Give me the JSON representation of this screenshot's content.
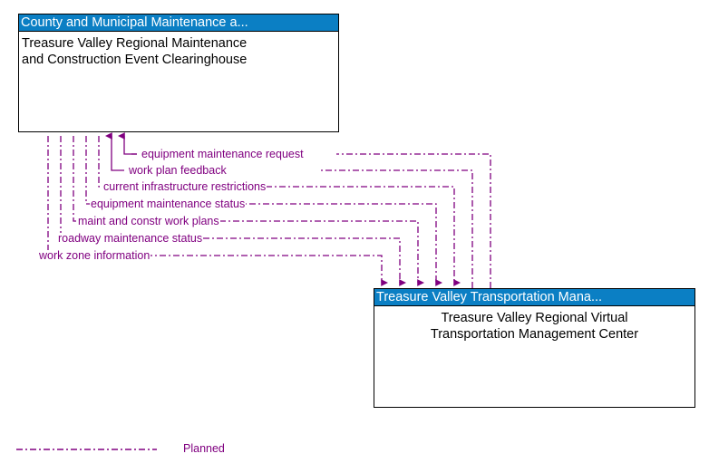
{
  "diagram": {
    "type": "interconnect",
    "line_color": "#800080",
    "header_color": "#0b7fc4",
    "header_text_color": "#ffffff",
    "border_color": "#000000",
    "background": "#ffffff"
  },
  "nodes": [
    {
      "id": "clearinghouse",
      "header": "County and Municipal Maintenance a...",
      "title": "Treasure Valley Regional Maintenance and Construction Event Clearinghouse",
      "title_line1": "Treasure Valley Regional Maintenance",
      "title_line2": "and Construction Event Clearinghouse"
    },
    {
      "id": "tmc",
      "header": "Treasure Valley Transportation Mana...",
      "title": "Treasure Valley Regional Virtual Transportation Management Center",
      "title_line1": "Treasure Valley Regional Virtual",
      "title_line2": "Transportation Management Center"
    }
  ],
  "flows": [
    {
      "label": "equipment maintenance request",
      "direction": "to-clearinghouse"
    },
    {
      "label": "work plan feedback",
      "direction": "to-clearinghouse"
    },
    {
      "label": "current infrastructure restrictions",
      "direction": "to-tmc"
    },
    {
      "label": "equipment maintenance status",
      "direction": "to-tmc"
    },
    {
      "label": "maint and constr work plans",
      "direction": "to-tmc"
    },
    {
      "label": "roadway maintenance status",
      "direction": "to-tmc"
    },
    {
      "label": "work zone information",
      "direction": "to-tmc"
    }
  ],
  "legend": {
    "style": "dash-dot",
    "label": "Planned",
    "color": "#800080"
  }
}
